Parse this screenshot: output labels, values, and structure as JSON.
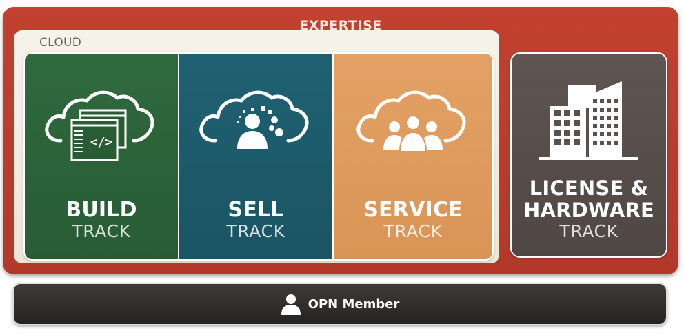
{
  "expertise": {
    "title": "EXPERTISE"
  },
  "cloud": {
    "label": "CLOUD",
    "tracks": [
      {
        "name": "BUILD",
        "subtitle": "TRACK",
        "icon": "cloud-code-icon",
        "color": "#2f6a3e"
      },
      {
        "name": "SELL",
        "subtitle": "TRACK",
        "icon": "cloud-person-icon",
        "color": "#1f6172"
      },
      {
        "name": "SERVICE",
        "subtitle": "TRACK",
        "icon": "cloud-team-icon",
        "color": "#e4a165"
      }
    ]
  },
  "license": {
    "line1": "LICENSE &",
    "line2": "HARDWARE",
    "subtitle": "TRACK",
    "icon": "buildings-icon",
    "color": "#5a504d"
  },
  "member": {
    "label": "OPN Member",
    "icon": "person-icon"
  },
  "colors": {
    "expertise_red": "#bb3d2c",
    "cloud_panel": "#f2efe4",
    "member_bar": "#2f2d2c"
  }
}
